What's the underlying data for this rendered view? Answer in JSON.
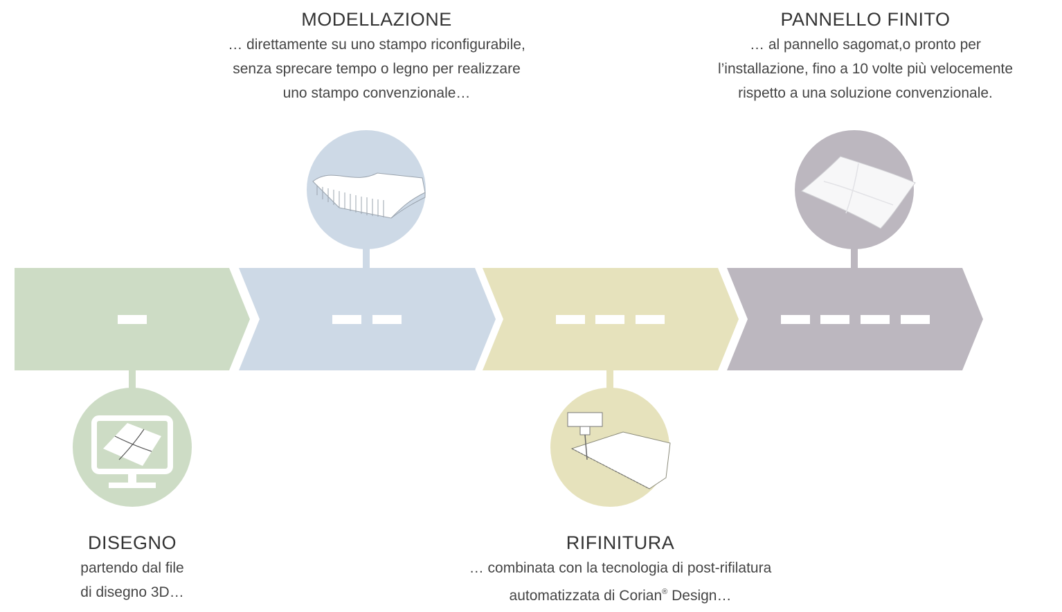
{
  "colors": {
    "green": "#cddcc5",
    "blue": "#cdd9e6",
    "yellow": "#e6e2bc",
    "gray": "#bcb7bf",
    "white": "#ffffff"
  },
  "steps": [
    {
      "title": "DISEGNO",
      "desc_lines": [
        "partendo dal file",
        "di disegno 3D…"
      ],
      "marks": 1,
      "color": "#cddcc5",
      "icon": "monitor-icon"
    },
    {
      "title": "MODELLAZIONE",
      "desc_lines": [
        "… direttamente su uno stampo riconfigurabile,",
        "senza sprecare tempo o legno per realizzare",
        "uno stampo convenzionale…"
      ],
      "marks": 2,
      "color": "#cdd9e6",
      "icon": "reconfigurable-mould-icon"
    },
    {
      "title": "RIFINITURA",
      "desc_line1": "… combinata con la tecnologia di post-rifilatura",
      "desc_line2_pre": "automatizzata di Corian",
      "desc_line2_sup": "®",
      "desc_line2_post": " Design…",
      "marks": 3,
      "color": "#e6e2bc",
      "icon": "trimming-machine-icon"
    },
    {
      "title": "PANNELLO FINITO",
      "desc_lines": [
        "… al pannello sagomat,o pronto per",
        "l’installazione, fino a 10 volte più velocemente",
        "rispetto a una soluzione convenzionale."
      ],
      "marks": 4,
      "color": "#bcb7bf",
      "icon": "finished-panel-icon"
    }
  ]
}
